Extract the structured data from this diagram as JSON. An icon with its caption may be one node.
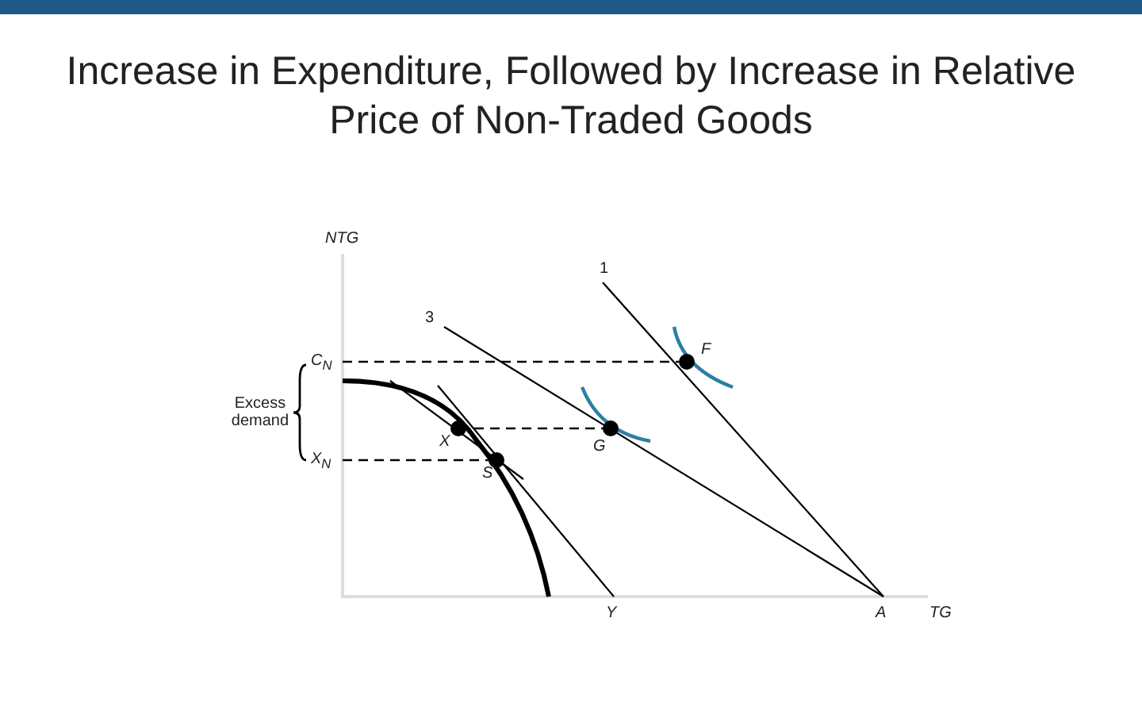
{
  "diagram": {
    "title": "Increase in Expenditure, Followed by Increase in Relative Price of Non-Traded Goods",
    "labels": [
      "NTG",
      "1",
      "3",
      "C$_{N}$",
      "F",
      "Excess demand",
      "X",
      "G",
      "X$_{N}$",
      "S",
      "Y",
      "A",
      "TG"
    ]
  }
}
